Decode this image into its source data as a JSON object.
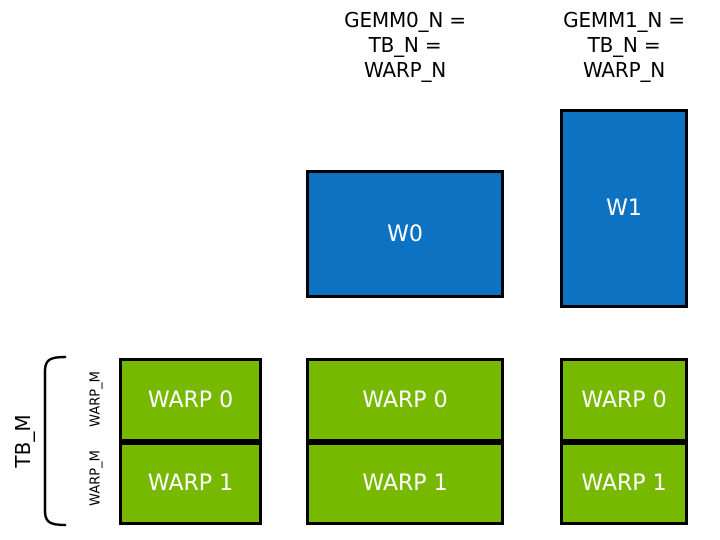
{
  "colors": {
    "accumulator_blue": "#0e72c3",
    "warp_green": "#76b900",
    "outline_black": "#000000",
    "tile_text_white": "#ffffff",
    "label_text_black": "#000000",
    "background": "#ffffff"
  },
  "column_headers": [
    {
      "label": "GEMM0_N =\nTB_N =\nWARP_N"
    },
    {
      "label": "GEMM1_N =\nTB_N =\nWARP_N"
    }
  ],
  "accumulator_tiles": [
    {
      "label": "W0"
    },
    {
      "label": "W1"
    }
  ],
  "left_axis": {
    "tb_label": "TB_M",
    "warp_row_labels": [
      "WARP_M",
      "WARP_M"
    ]
  },
  "warp_tile_columns": [
    {
      "rows": [
        "WARP 0",
        "WARP 1"
      ]
    },
    {
      "rows": [
        "WARP 0",
        "WARP 1"
      ]
    },
    {
      "rows": [
        "WARP 0",
        "WARP 1"
      ]
    }
  ]
}
